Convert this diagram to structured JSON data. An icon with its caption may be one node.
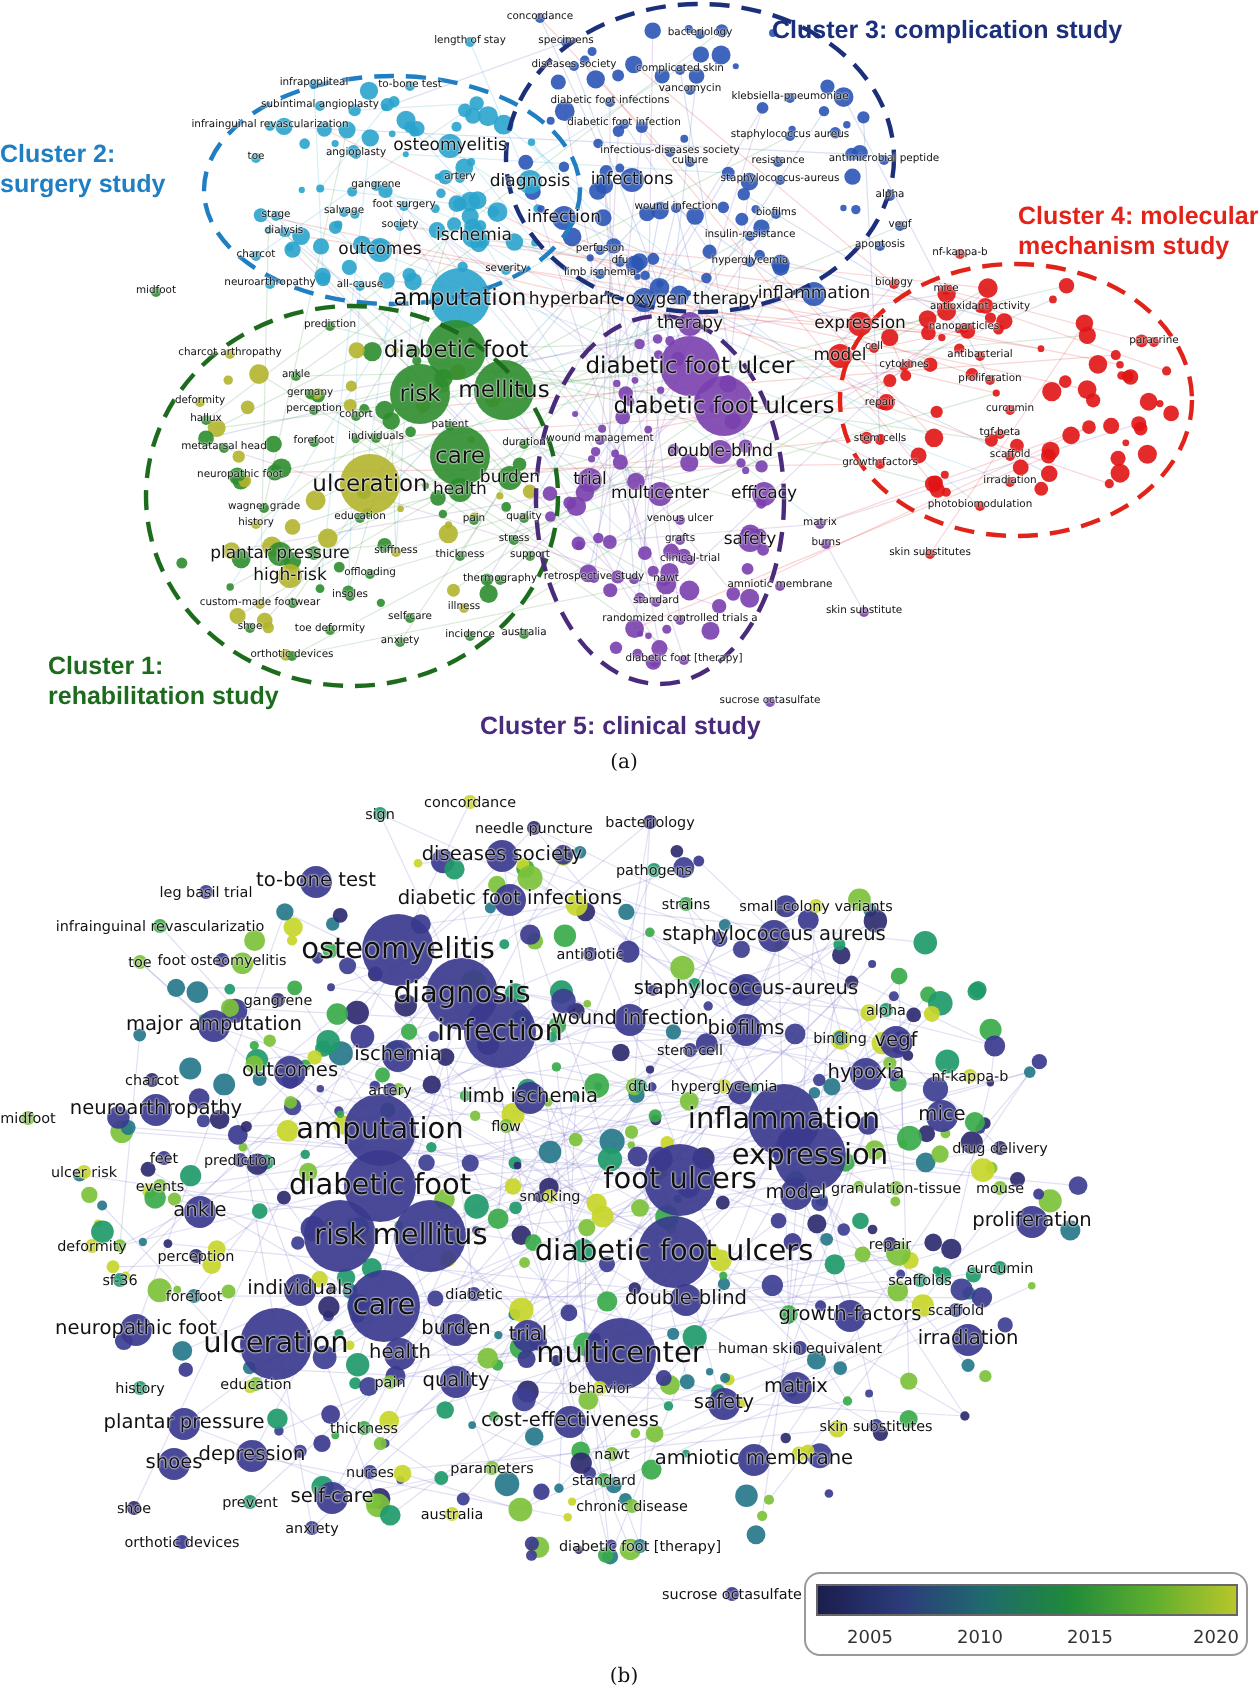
{
  "diagram": {
    "nodes": [
      {
        "text": [
          "Cluster 3: complication study"
        ]
      },
      {
        "text": [
          "Cluster 2: surgery study"
        ]
      },
      {
        "text": [
          "Cluster 4: molecular mechanism study"
        ]
      },
      {
        "text": [
          "Cluster 1: rehabilitation study"
        ]
      },
      {
        "text": [
          "Cluster 5: clinical study"
        ]
      }
    ],
    "labels": [
      "concordance",
      "length of stay",
      "specimens",
      "diseases society",
      "bacteriology",
      "infrapopliteal",
      "to-bone test",
      "complicated skin",
      "vancomycin",
      "klebsiella-pneumoniae",
      "diabetic foot infections",
      "subintimal angioplasty",
      "diabetic foot infection",
      "infrainguinal revascularization",
      "staphylococcus aureus",
      "osteomyelitis",
      "angioplasty",
      "infectious-diseases society",
      "toe",
      "culture",
      "resistance",
      "antimicrobial peptide",
      "diagnosis",
      "infections",
      "gangrene",
      "artery",
      "staphylococcus-aureus",
      "alpha",
      "wound infection",
      "foot surgery",
      "salvage",
      "stage",
      "biofilms",
      "infection",
      "society",
      "dialysis",
      "vegf",
      "ischemia",
      "insulin-resistance",
      "apoptosis",
      "outcomes",
      "perfusion",
      "nf-kappa-b",
      "charcot",
      "dfu",
      "hyperglycemia",
      "severity",
      "limb ischemia",
      "biology",
      "neuroarthropathy",
      "all-cause",
      "mice",
      "inflammation",
      "midfoot",
      "amputation",
      "hyperbaric oxygen therapy",
      "antioxidant activity",
      "therapy",
      "prediction",
      "expression",
      "nanoparticles",
      "paracrine",
      "diabetic foot",
      "cell",
      "charcot arthropathy",
      "model",
      "antibacterial",
      "diabetic foot ulcer",
      "cytokines",
      "ankle",
      "proliferation",
      "risk",
      "mellitus",
      "germany",
      "deformity",
      "diabetic foot ulcers",
      "repair",
      "curcumin",
      "perception",
      "cohort",
      "hallux",
      "patient",
      "individuals",
      "stem cells",
      "tgf-beta",
      "forefoot",
      "wound management",
      "duration",
      "metatarsal head",
      "double-blind",
      "care",
      "scaffold",
      "growth-factors",
      "neuropathic foot",
      "burden",
      "trial",
      "irradiation",
      "ulceration",
      "health",
      "multicenter",
      "efficacy",
      "photobiomodulation",
      "wagner grade",
      "education",
      "pain",
      "quality",
      "venous ulcer",
      "matrix",
      "history",
      "stress",
      "grafts",
      "safety",
      "burns",
      "plantar pressure",
      "stiffness",
      "thickness",
      "support",
      "skin substitutes",
      "clinical-trial",
      "high-risk",
      "offloading",
      "thermography",
      "retrospective study",
      "nawt",
      "amniotic membrane",
      "insoles",
      "custom-made footwear",
      "standard",
      "illness",
      "skin substitute",
      "self-care",
      "randomized controlled trials a",
      "shoe",
      "toe deformity",
      "australia",
      "incidence",
      "anxiety",
      "orthotic devices",
      "diabetic foot [therapy]",
      "sucrose octasulfate",
      "(a)",
      "sign",
      "concordance",
      "needle puncture",
      "bacteriology",
      "diseases society",
      "pathogens",
      "to-bone test",
      "leg basil trial",
      "diabetic foot infections",
      "strains",
      "small-colony variants",
      "infrainguinal revascularizatio",
      "staphylococcus aureus",
      "osteomyelitis",
      "toe",
      "foot osteomyelitis",
      "antibiotic",
      "staphylococcus-aureus",
      "diagnosis",
      "gangrene",
      "alpha",
      "major amputation",
      "wound infection",
      "biofilms",
      "infection",
      "binding",
      "vegf",
      "stem-cell",
      "ischemia",
      "outcomes",
      "hypoxia",
      "nf-kappa-b",
      "charcot",
      "dfu",
      "hyperglycemia",
      "artery",
      "limb ischemia",
      "neuroarthropathy",
      "midfoot",
      "inflammation",
      "mice",
      "flow",
      "amputation",
      "drug delivery",
      "expression",
      "feet",
      "prediction",
      "ulcer risk",
      "events",
      "foot ulcers",
      "diabetic foot",
      "granulation-tissue",
      "mouse",
      "smoking",
      "model",
      "ankle",
      "proliferation",
      "risk",
      "mellitus",
      "repair",
      "deformity",
      "diabetic foot ulcers",
      "perception",
      "curcumin",
      "sf-36",
      "scaffolds",
      "individuals",
      "diabetic",
      "forefoot",
      "double-blind",
      "care",
      "scaffold",
      "growth-factors",
      "neuropathic foot",
      "burden",
      "trial",
      "irradiation",
      "ulceration",
      "human skin equivalent",
      "health",
      "multicenter",
      "education",
      "pain",
      "quality",
      "history",
      "behavior",
      "matrix",
      "safety",
      "cost-effectiveness",
      "plantar pressure",
      "thickness",
      "skin substitutes",
      "nawt",
      "depression",
      "amniotic membrane",
      "shoes",
      "parameters",
      "nurses",
      "standard",
      "self-care",
      "prevent",
      "chronic disease",
      "shoe",
      "australia",
      "anxiety",
      "orthotic devices",
      "diabetic foot [therapy]",
      "sucrose octasulfate",
      "2005",
      "2010",
      "2015",
      "2020",
      "(b)"
    ]
  }
}
